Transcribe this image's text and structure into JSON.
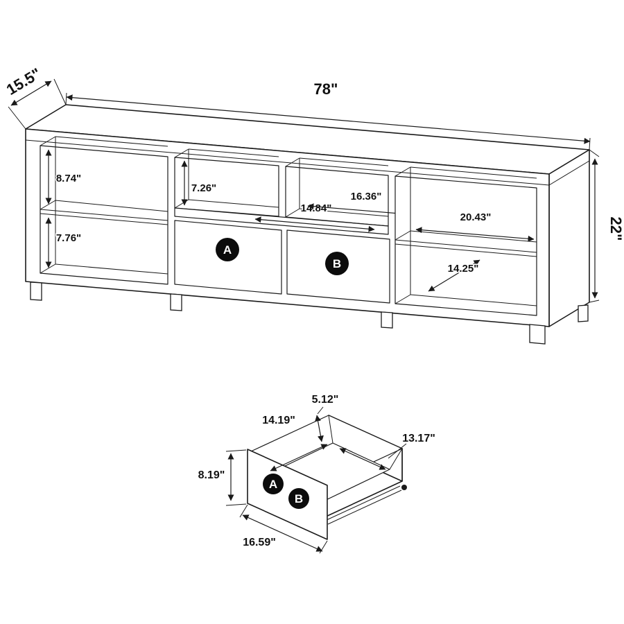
{
  "console": {
    "depth": "15.5\"",
    "width": "78\"",
    "height": "22\"",
    "left_shelf_top": "8.74\"",
    "left_shelf_bottom": "7.76\"",
    "cubby_height": "7.26\"",
    "cubby_width_left": "14.84\"",
    "cubby_width_right": "16.36\"",
    "right_shelf_width": "20.43\"",
    "right_shelf_depth": "14.25\"",
    "drawer_a": "A",
    "drawer_b": "B"
  },
  "drawer": {
    "inner_height": "5.12\"",
    "inner_depth": "14.19\"",
    "inner_width": "13.17\"",
    "front_height": "8.19\"",
    "front_width": "16.59\"",
    "label_a": "A",
    "label_b": "B"
  }
}
